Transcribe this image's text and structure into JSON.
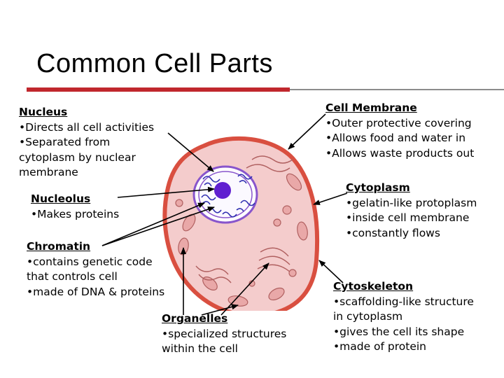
{
  "title": "Common Cell Parts",
  "colors": {
    "accent_bar": "#c0272d",
    "rule": "#8c8c8c",
    "cell_fill": "#f4cccc",
    "cell_outline": "#d94f40",
    "nucleus_ring": "#8855cc",
    "nucleolus": "#6020d0",
    "chromatin": "#3030b0",
    "organelle": "#b06060"
  },
  "labels": {
    "nucleus": {
      "heading": "Nucleus",
      "lines": [
        "•Directs all cell activities",
        "•Separated from",
        "cytoplasm by nuclear",
        "membrane"
      ]
    },
    "nucleolus": {
      "heading": "Nucleolus",
      "lines": [
        "•Makes proteins"
      ]
    },
    "chromatin": {
      "heading": "Chromatin",
      "lines": [
        "•contains genetic code",
        "that controls cell",
        "•made of DNA & proteins"
      ]
    },
    "organelles": {
      "heading": "Organelles",
      "lines": [
        "•specialized structures",
        "within the cell"
      ]
    },
    "cell_membrane": {
      "heading": "Cell Membrane",
      "lines": [
        "•Outer protective covering",
        "•Allows food and water in",
        "•Allows waste products out"
      ]
    },
    "cytoplasm": {
      "heading": "Cytoplasm",
      "lines": [
        "•gelatin-like protoplasm",
        "•inside cell membrane",
        "•constantly flows"
      ]
    },
    "cytoskeleton": {
      "heading": "Cytoskeleton",
      "lines": [
        "•scaffolding-like structure",
        "in cytoplasm",
        "•gives the cell its shape",
        "•made of protein"
      ]
    }
  }
}
